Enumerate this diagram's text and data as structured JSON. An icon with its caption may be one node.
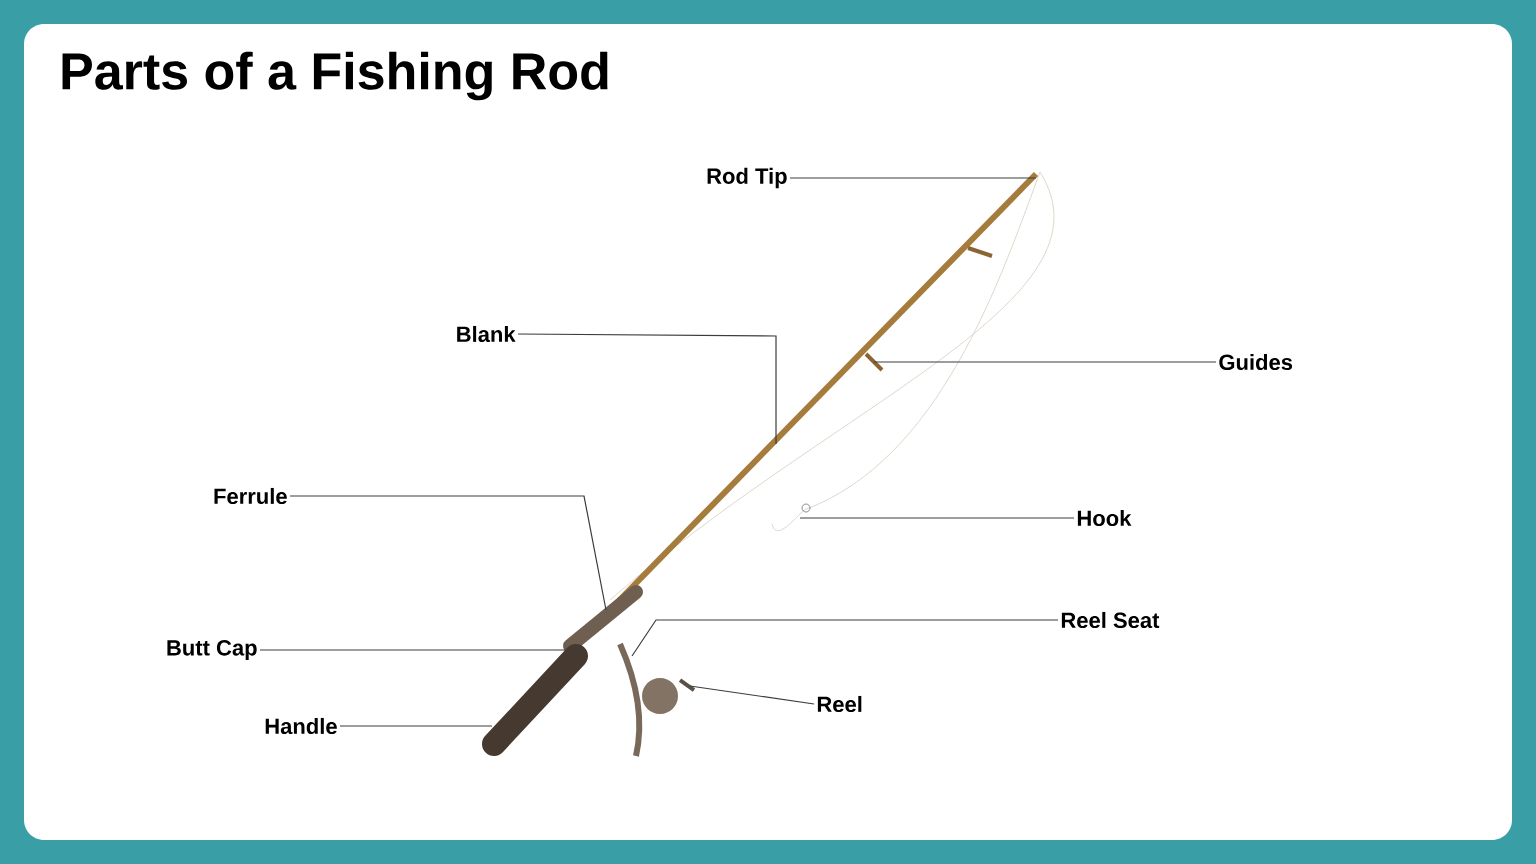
{
  "diagram": {
    "title": "Parts of a Fishing Rod",
    "nodes": [
      {
        "text": [
          "Rod Tip"
        ]
      },
      {
        "text": [
          "Blank"
        ]
      },
      {
        "text": [
          "Guides"
        ]
      },
      {
        "text": [
          "Ferrule"
        ]
      },
      {
        "text": [
          "Hook"
        ]
      },
      {
        "text": [
          "Reel Seat"
        ]
      },
      {
        "text": [
          "Butt Cap"
        ]
      },
      {
        "text": [
          "Reel"
        ]
      },
      {
        "text": [
          "Handle"
        ]
      }
    ],
    "edges": [
      {
        "from": 0,
        "to": null,
        "arrow": "none"
      },
      {
        "from": 1,
        "to": null,
        "arrow": "none"
      },
      {
        "from": 2,
        "to": null,
        "arrow": "none"
      },
      {
        "from": 3,
        "to": null,
        "arrow": "none"
      },
      {
        "from": 4,
        "to": null,
        "arrow": "none"
      },
      {
        "from": 5,
        "to": null,
        "arrow": "none"
      },
      {
        "from": 6,
        "to": null,
        "arrow": "none"
      },
      {
        "from": 7,
        "to": null,
        "arrow": "none"
      },
      {
        "from": 8,
        "to": null,
        "arrow": "none"
      }
    ]
  }
}
